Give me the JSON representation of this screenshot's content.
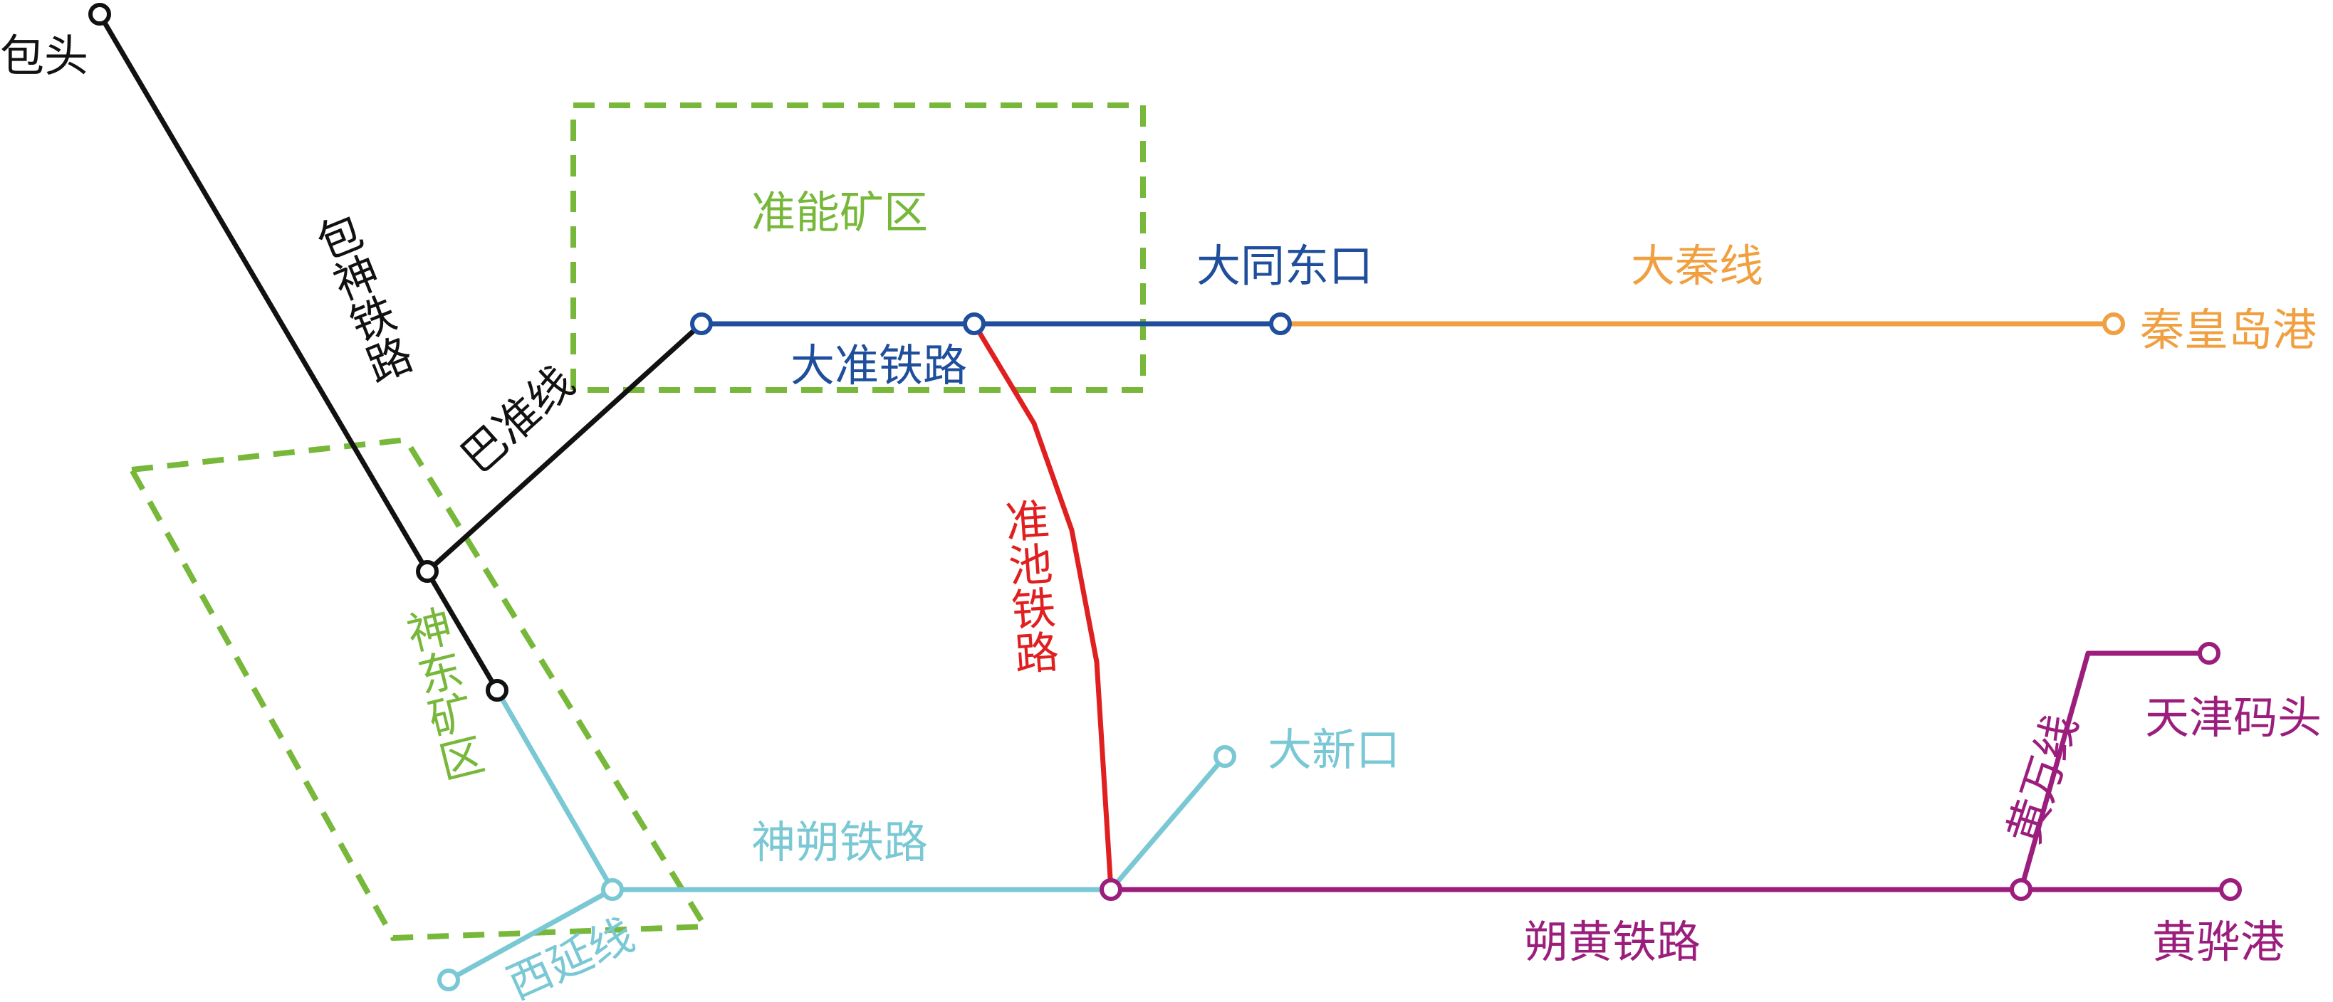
{
  "colors": {
    "baoshen": "#111111",
    "dazhun": "#1f4e9c",
    "daqin": "#f0a040",
    "zhunchi": "#e02020",
    "shenshuo": "#79c8d4",
    "shuohuang": "#9c1e7c",
    "zone": "#77b83a"
  },
  "zones": {
    "zhunneng": "准能矿区",
    "shendong": "神东矿区"
  },
  "lines": {
    "baoshen": "包神铁路",
    "bazhun": "巴准线",
    "dazhun": "大准铁路",
    "daqin": "大秦线",
    "zhunchi": "准池铁路",
    "shenshuo": "神朔铁路",
    "xiyan": "西延线",
    "shuohuang": "朔黄铁路",
    "huangwan": "黄万线"
  },
  "stations": {
    "baotou": "包头",
    "datong_dongkou": "大同东口",
    "qinhuangdao": "秦皇岛港",
    "daxinkou": "大新口",
    "tianjin": "天津码头",
    "huanghua": "黄骅港"
  }
}
